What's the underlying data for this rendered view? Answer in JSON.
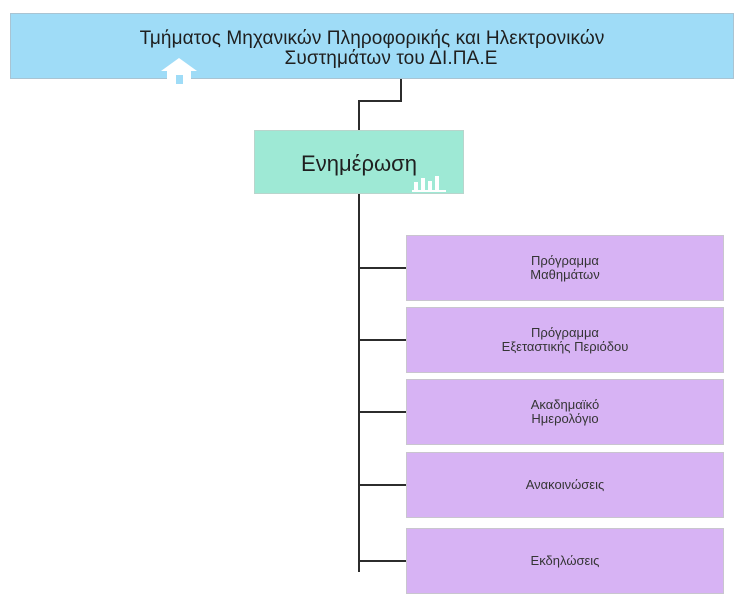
{
  "root": {
    "title_line1": "Τμήματος Μηχανικών Πληροφορικής και Ηλεκτρονικών",
    "title_line2": "Συστημάτων  του ΔΙ.ΠΑ.Ε",
    "icon": "home-icon",
    "color": "#9fdcf7"
  },
  "node": {
    "title": "Ενημέρωση",
    "icon": "bar-chart-icon",
    "color": "#9ee9d5"
  },
  "children": [
    {
      "label": "Πρόγραμμα\nΜαθημάτων"
    },
    {
      "label": "Πρόγραμμα\nΕξεταστικής Περιόδου"
    },
    {
      "label": "Ακαδημαϊκό\nΗμερολόγιο"
    },
    {
      "label": "Ανακοινώσεις"
    },
    {
      "label": "Εκδηλώσεις"
    }
  ],
  "child_color": "#d7b3f4"
}
